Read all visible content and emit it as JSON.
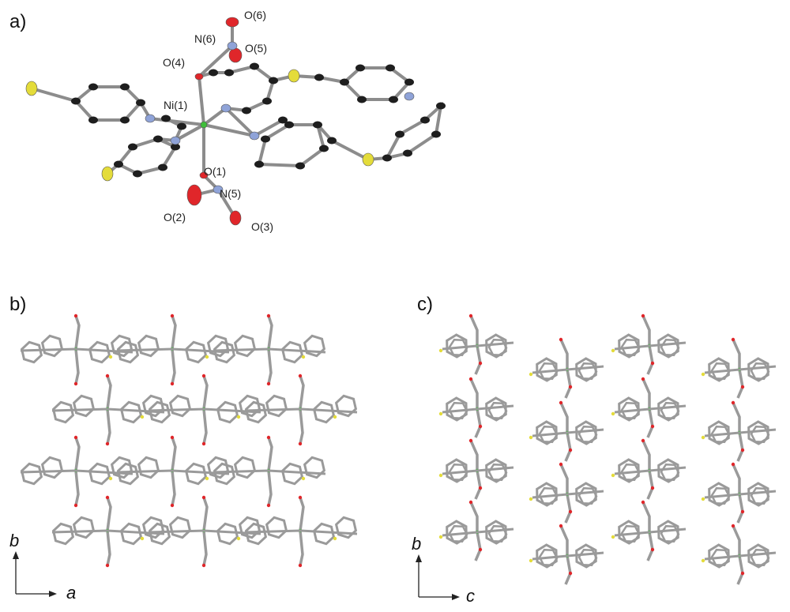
{
  "panels": {
    "a": {
      "label": "a)",
      "atom_labels": {
        "o6": "O(6)",
        "n6": "N(6)",
        "o5": "O(5)",
        "o4": "O(4)",
        "ni1": "Ni(1)",
        "o1": "O(1)",
        "n5": "N(5)",
        "o2": "O(2)",
        "o3": "O(3)"
      }
    },
    "b": {
      "label": "b)",
      "axis_vertical": "b",
      "axis_horizontal": "a"
    },
    "c": {
      "label": "c)",
      "axis_vertical": "b",
      "axis_horizontal": "c"
    }
  },
  "colors": {
    "carbon": "#1e1e1e",
    "bond": "#8c8c8c",
    "nitrogen": "#8fa3d8",
    "oxygen": "#e0262a",
    "sulfur": "#e4dc3a",
    "nickel": "#3fbf3a",
    "stick": "#9a9a9a"
  }
}
